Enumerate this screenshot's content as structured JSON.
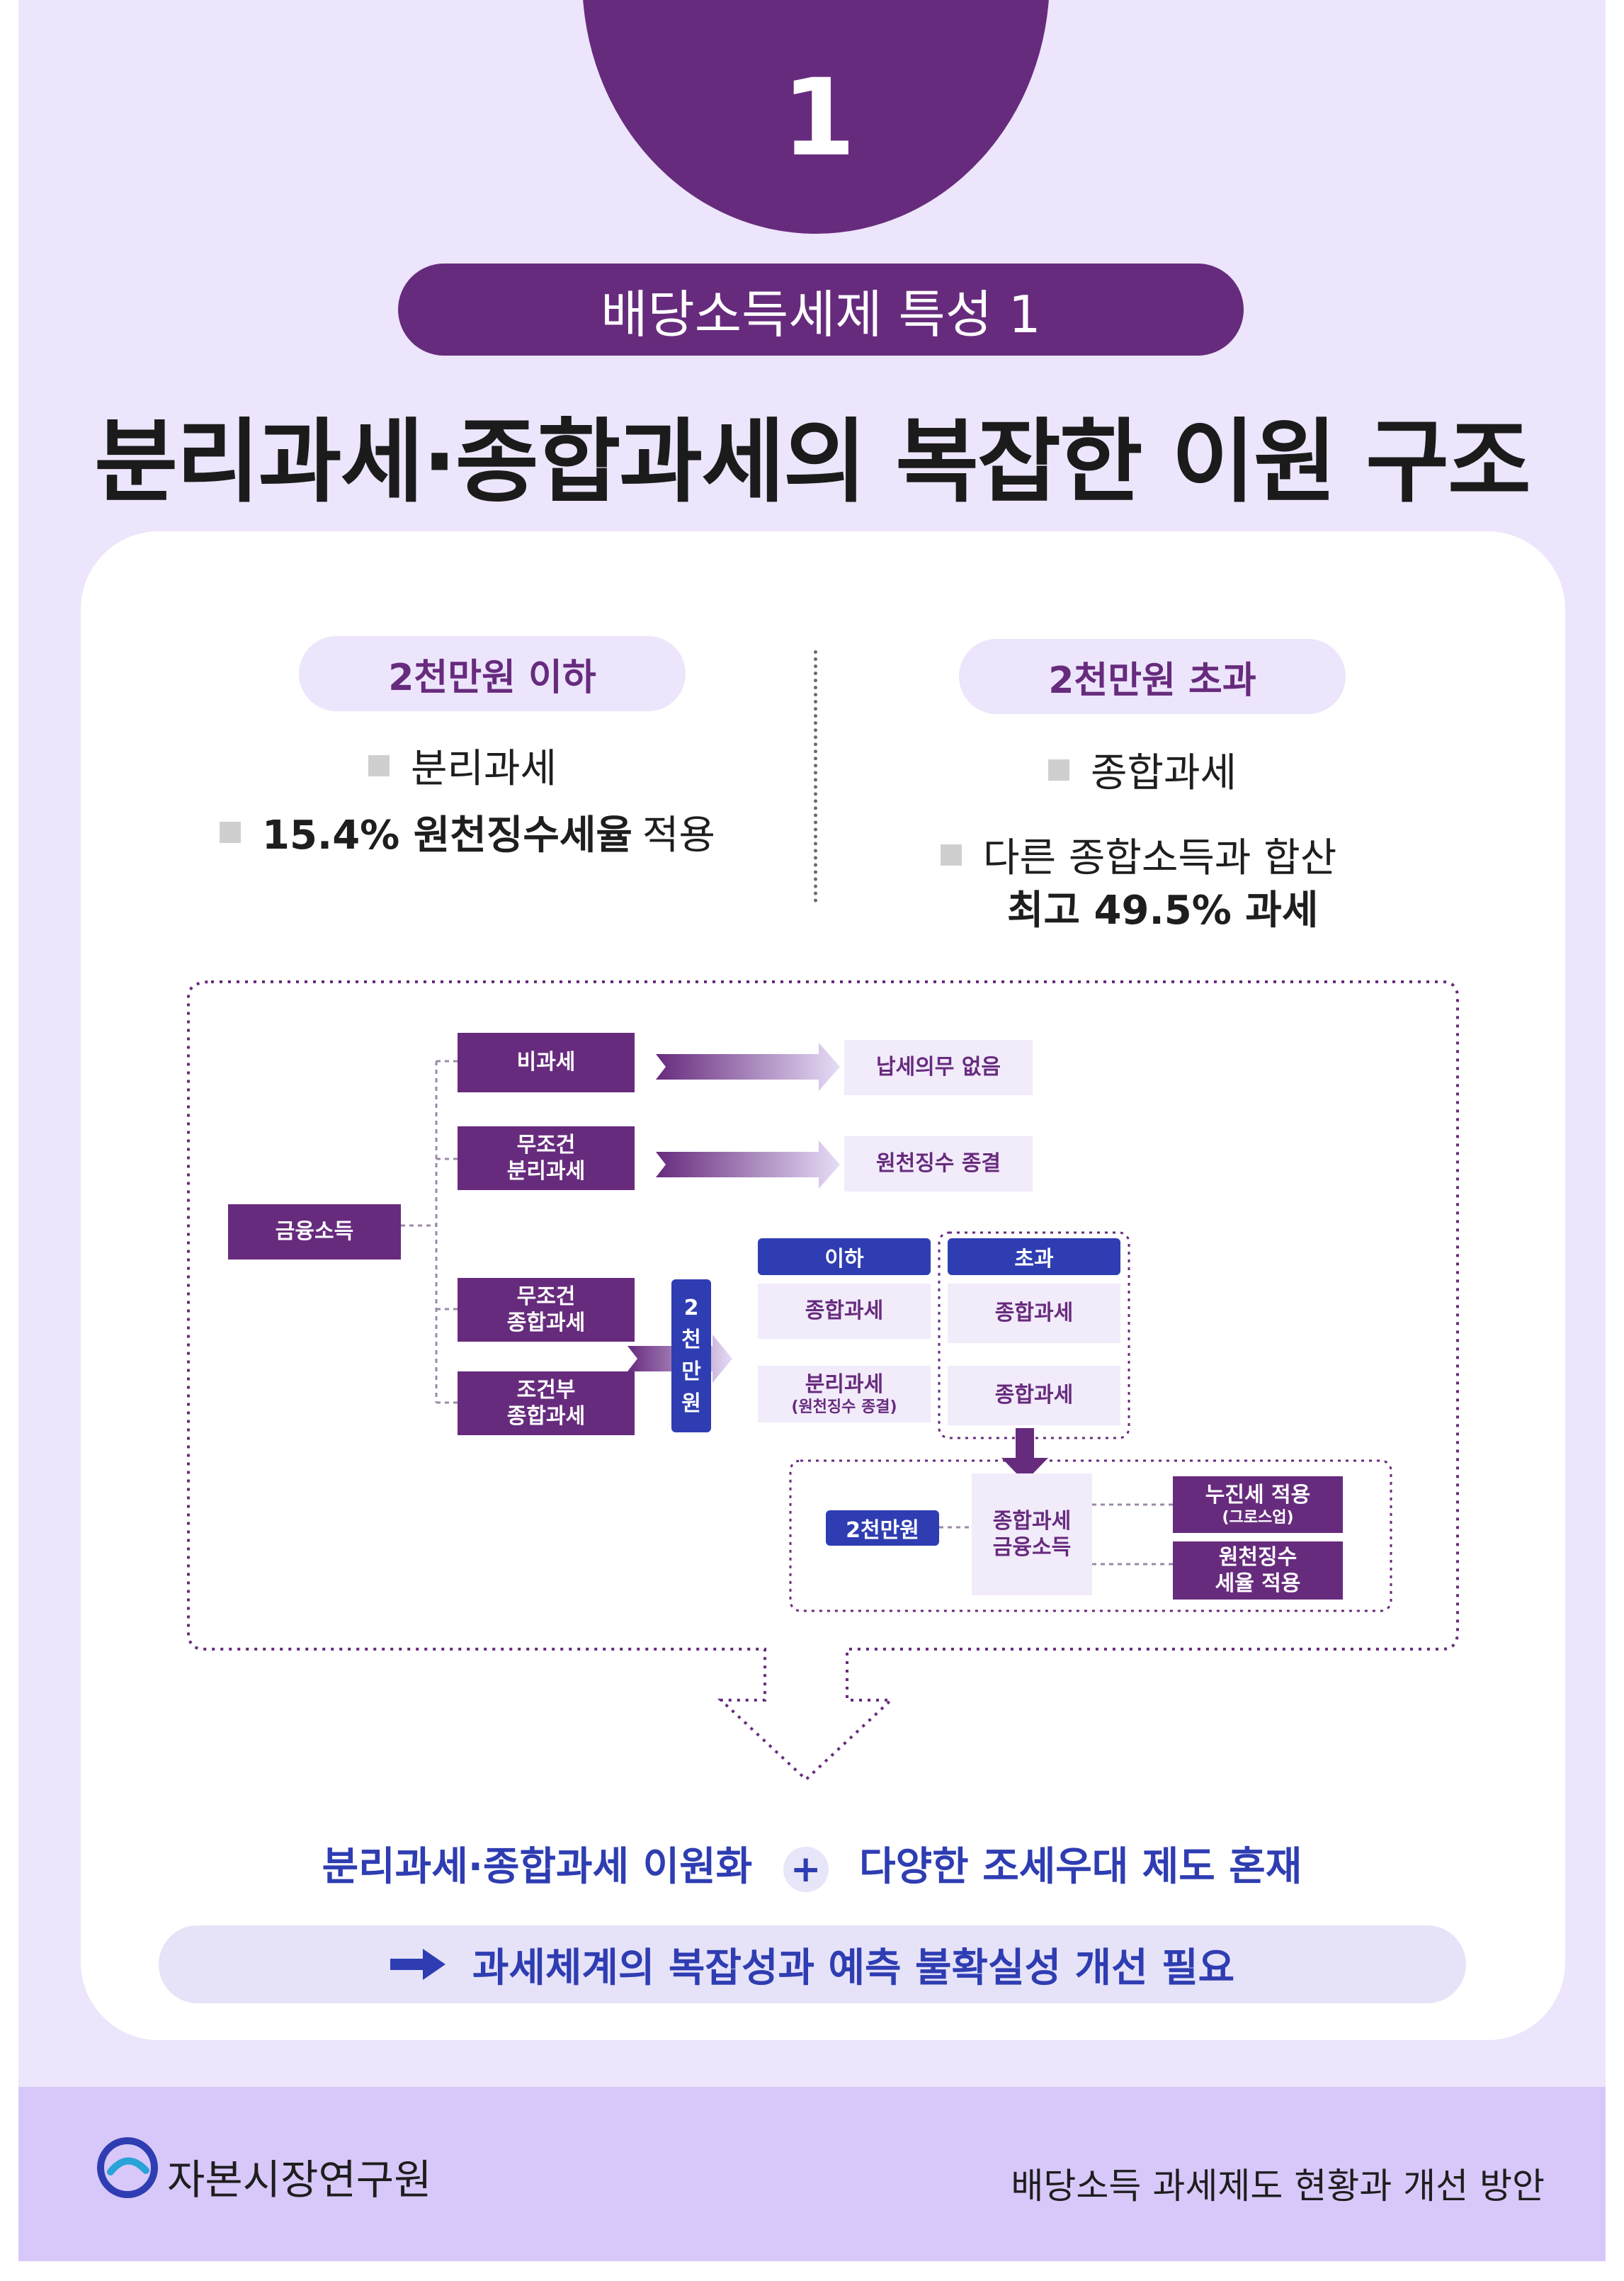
{
  "header": {
    "number": "1",
    "subtitle": "배당소득세제 특성 1",
    "title": "분리과세·종합과세의 복잡한 이원 구조"
  },
  "left": {
    "pill": "2천만원 이하",
    "bullet1": "분리과세",
    "bullet2_bold": "15.4% 원천징수세율",
    "bullet2_rest": "적용"
  },
  "right": {
    "pill": "2천만원 초과",
    "bullet1": "종합과세",
    "bullet2_line1": "다른 종합소득과 합산",
    "bullet2_line2": "최고 49.5% 과세"
  },
  "flow": {
    "root": "금융소득",
    "nontax": "비과세",
    "nontax_result": "납세의무 없음",
    "sep_line1": "무조건",
    "sep_line2": "분리과세",
    "sep_result": "원천징수 종결",
    "comp_line1": "무조건",
    "comp_line2": "종합과세",
    "cond_line1": "조건부",
    "cond_line2": "종합과세",
    "threshold_chars": [
      "2",
      "천",
      "만",
      "원"
    ],
    "below_header": "이하",
    "above_header": "초과",
    "below_row1": "종합과세",
    "below_row2_line1": "분리과세",
    "below_row2_line2": "(원천징수 종결)",
    "above_row1": "종합과세",
    "above_row2": "종합과세",
    "threshold_badge": "2천만원",
    "comp_income_line1": "종합과세",
    "comp_income_line2": "금융소득",
    "progressive_line1": "누진세 적용",
    "progressive_line2": "(그로스업)",
    "withholding_line1": "원천징수",
    "withholding_line2": "세율 적용"
  },
  "conclusion": {
    "left": "분리과세·종합과세 이원화",
    "plus": "+",
    "right": "다양한 조세우대 제도 혼재",
    "final": "과세체계의 복잡성과 예측 불확실성 개선 필요"
  },
  "footer": {
    "org": "자본시장연구원",
    "report": "배당소득 과세제도 현황과 개선 방안"
  },
  "colors": {
    "purple": "#672b7d",
    "blue": "#2f3db2",
    "lavender": "#ece5fb",
    "footer": "#d8c8f9"
  }
}
